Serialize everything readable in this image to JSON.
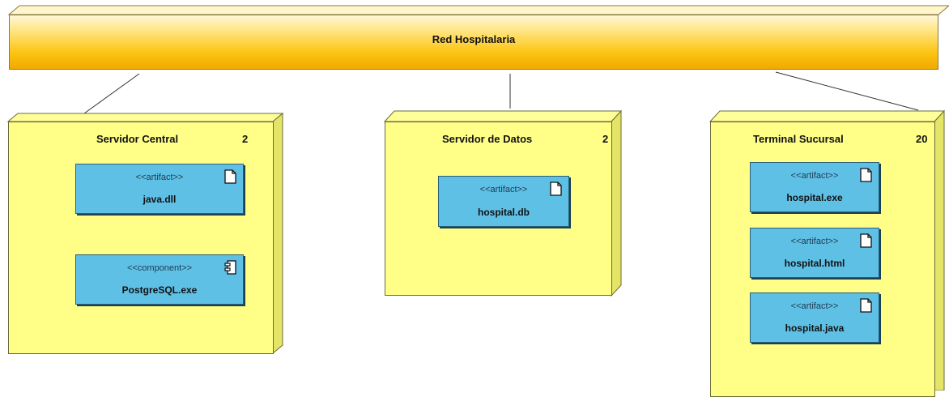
{
  "network": {
    "label": "Red Hospitalaria"
  },
  "nodes": [
    {
      "title": "Servidor Central",
      "multiplicity": "2",
      "items": [
        {
          "stereotype": "<<artifact>>",
          "name": "java.dll",
          "icon": "document-icon"
        },
        {
          "stereotype": "<<component>>",
          "name": "PostgreSQL.exe",
          "icon": "component-icon"
        }
      ]
    },
    {
      "title": "Servidor de Datos",
      "multiplicity": "2",
      "items": [
        {
          "stereotype": "<<artifact>>",
          "name": "hospital.db",
          "icon": "document-icon"
        }
      ]
    },
    {
      "title": "Terminal Sucursal",
      "multiplicity": "20",
      "items": [
        {
          "stereotype": "<<artifact>>",
          "name": "hospital.exe",
          "icon": "document-icon"
        },
        {
          "stereotype": "<<artifact>>",
          "name": "hospital.html",
          "icon": "document-icon"
        },
        {
          "stereotype": "<<artifact>>",
          "name": "hospital.java",
          "icon": "document-icon"
        }
      ]
    }
  ],
  "colors": {
    "node_fill": "#ffff88",
    "node_side": "#e4e466",
    "artifact_fill": "#5fc0e6",
    "network_gradient_top": "#fff8d8",
    "network_gradient_bottom": "#f2a900"
  }
}
